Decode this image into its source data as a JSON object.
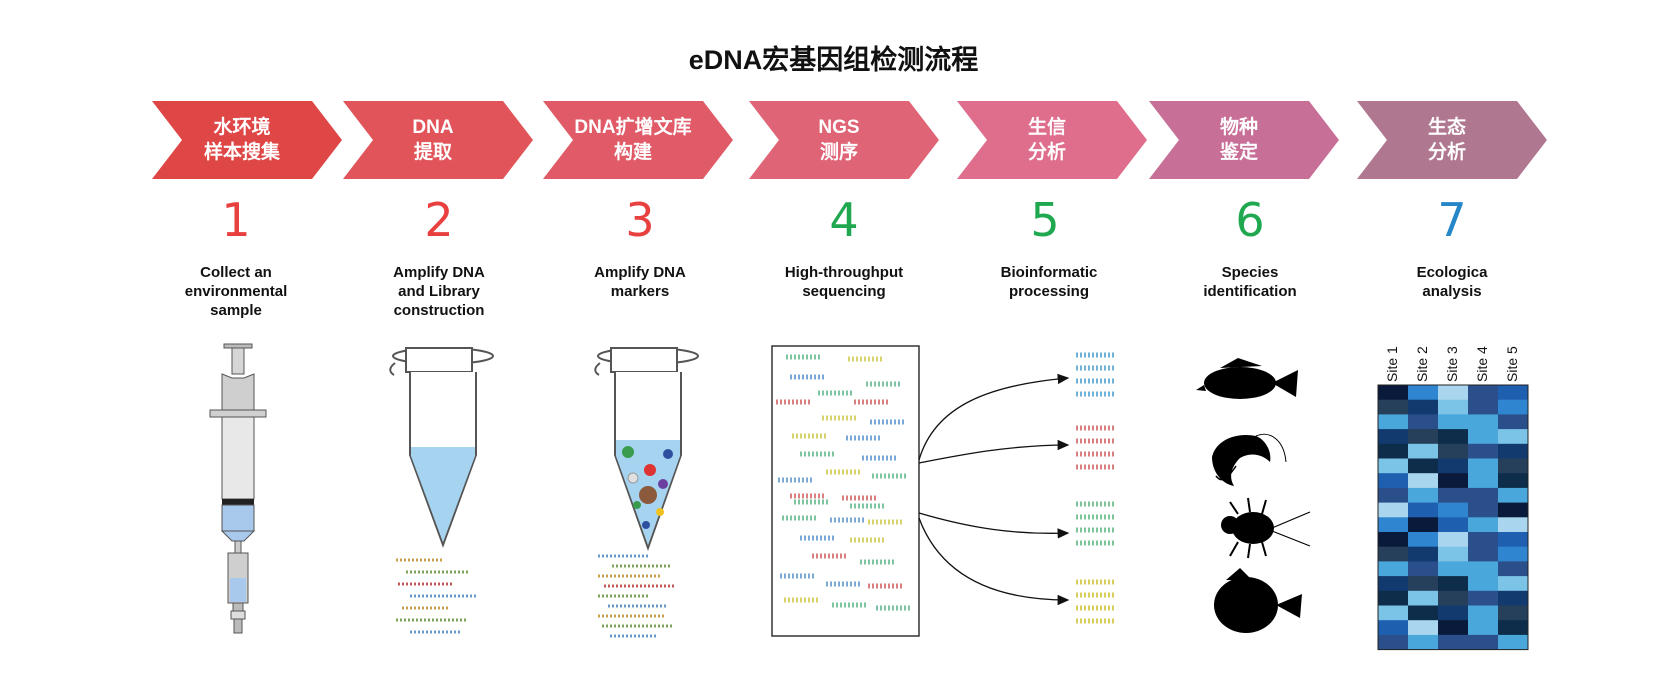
{
  "title": "eDNA宏基因组检测流程",
  "steps": [
    {
      "cn1": "水环境",
      "cn2": "样本搜集",
      "num": "1",
      "num_color": "#e8403f",
      "desc": [
        "Collect an",
        "environmental",
        "sample"
      ],
      "color": "#df4747"
    },
    {
      "cn1": "DNA",
      "cn2": "提取",
      "num": "2",
      "num_color": "#e8403f",
      "desc": [
        "Amplify DNA",
        "and Library",
        "construction"
      ],
      "color": "#e0545a"
    },
    {
      "cn1": "DNA扩增文库",
      "cn2": "构建",
      "num": "3",
      "num_color": "#e8403f",
      "desc": [
        "Amplify DNA",
        "markers"
      ],
      "color": "#e05a67"
    },
    {
      "cn1": "NGS",
      "cn2": "测序",
      "num": "4",
      "num_color": "#1fa84f",
      "desc": [
        "High-throughput",
        "sequencing"
      ],
      "color": "#df6475"
    },
    {
      "cn1": "生信",
      "cn2": "分析",
      "num": "5",
      "num_color": "#1fa84f",
      "desc": [
        "Bioinformatic",
        "processing"
      ],
      "color": "#de6e8c"
    },
    {
      "cn1": "物种",
      "cn2": "鉴定",
      "num": "6",
      "num_color": "#1fa84f",
      "desc": [
        "Species",
        "identification"
      ],
      "color": "#c86f97"
    },
    {
      "cn1": "生态",
      "cn2": "分析",
      "num": "7",
      "num_color": "#2687c8",
      "desc": [
        "Ecologica",
        "analysis"
      ],
      "color": "#b07790"
    }
  ],
  "heatmap": {
    "columns": [
      "Site 1",
      "Site 2",
      "Site 3",
      "Site 4",
      "Site 5"
    ]
  }
}
